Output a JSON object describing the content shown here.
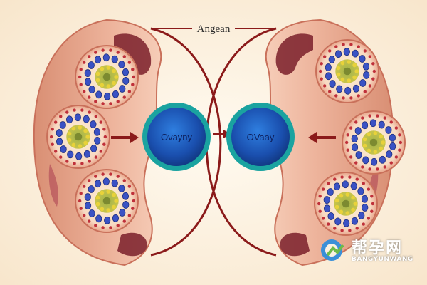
{
  "title": "Angean",
  "ovaries": [
    {
      "label": "Ovayny"
    },
    {
      "label": "OVaay"
    }
  ],
  "watermark": {
    "text_cn": "帮孕网",
    "text_en": "BANGYUNWANG"
  },
  "colors": {
    "background": "#fbf1e2",
    "tissue": "#e9a88e",
    "tissue_dark": "#c9705a",
    "ovary_ring": "#1aa3a0",
    "ovary_fill": "#1a4fae",
    "arrow": "#8b1a1a",
    "cell_blue": "#3a52c4",
    "cell_yellow": "#e8d23a",
    "watermark_green": "#6dbb4a"
  }
}
